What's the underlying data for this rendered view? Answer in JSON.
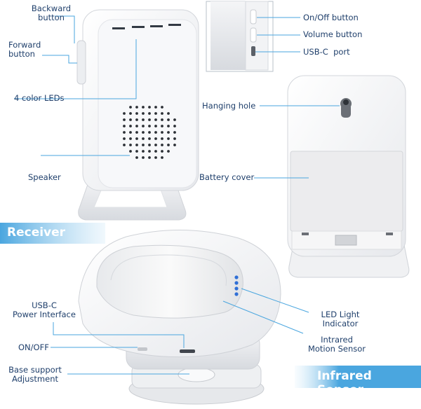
{
  "accent_color": "#4aa6df",
  "receiver": {
    "banner": "Receiver",
    "labels": {
      "backward": "Backward\nbutton",
      "forward": "Forward\nbutton",
      "leds": "4 color LEDs",
      "speaker": "Speaker",
      "onoff": "On/Off button",
      "volume": "Volume button",
      "usbc": "USB-C  port",
      "hanging": "Hanging hole",
      "battery": "Battery cover"
    }
  },
  "sensor": {
    "banner": "Infrared Sensor",
    "labels": {
      "usbc_power": "USB-C\nPower Interface",
      "onoff": "ON/OFF",
      "base": "Base support\nAdjustment",
      "led": "LED Light\nIndicator",
      "motion": "Intrared\nMotion Sensor"
    }
  }
}
